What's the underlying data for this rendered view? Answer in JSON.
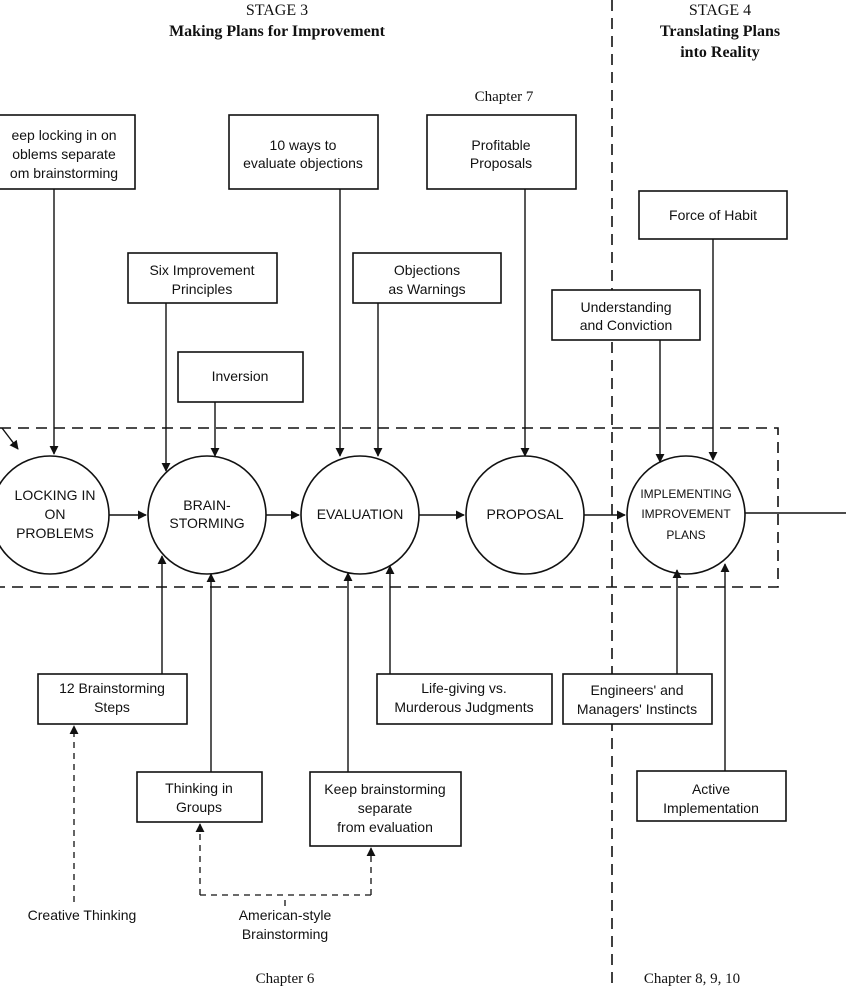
{
  "stages": {
    "stage3": {
      "line1": "STAGE 3",
      "line2": "Making Plans for Improvement"
    },
    "stage4": {
      "line1": "STAGE 4",
      "line2": "Translating Plans",
      "line3": "into Reality"
    }
  },
  "chapters": {
    "top": "Chapter 7",
    "bottom_left": "Chapter 6",
    "bottom_right": "Chapter 8, 9, 10"
  },
  "process": [
    {
      "lines": [
        "LOCKING IN",
        "ON",
        "PROBLEMS"
      ]
    },
    {
      "lines": [
        "BRAIN-",
        "STORMING"
      ]
    },
    {
      "lines": [
        "EVALUATION"
      ]
    },
    {
      "lines": [
        "PROPOSAL"
      ]
    },
    {
      "lines": [
        "IMPLEMENTING",
        "IMPROVEMENT",
        "PLANS"
      ]
    }
  ],
  "boxes": {
    "keep_locking": [
      "eep locking in on",
      "oblems separate",
      "om brainstorming"
    ],
    "ten_ways": [
      "10 ways to",
      "evaluate objections"
    ],
    "profitable": [
      "Profitable",
      "Proposals"
    ],
    "force_of_habit": [
      "Force of Habit"
    ],
    "six_principles": [
      "Six Improvement",
      "Principles"
    ],
    "objections": [
      "Objections",
      "as Warnings"
    ],
    "understanding": [
      "Understanding",
      "and Conviction"
    ],
    "inversion": [
      "Inversion"
    ],
    "twelve_steps": [
      "12 Brainstorming",
      "Steps"
    ],
    "life_giving": [
      "Life-giving vs.",
      "Murderous Judgments"
    ],
    "engineers": [
      "Engineers' and",
      "Managers' Instincts"
    ],
    "thinking_groups": [
      "Thinking in",
      "Groups"
    ],
    "keep_brainstorming": [
      "Keep brainstorming",
      "separate",
      "from evaluation"
    ],
    "active_impl": [
      "Active",
      "Implementation"
    ]
  },
  "free_labels": {
    "creative_thinking": [
      "Creative Thinking"
    ],
    "american_style": [
      "American-style",
      "Brainstorming"
    ]
  }
}
